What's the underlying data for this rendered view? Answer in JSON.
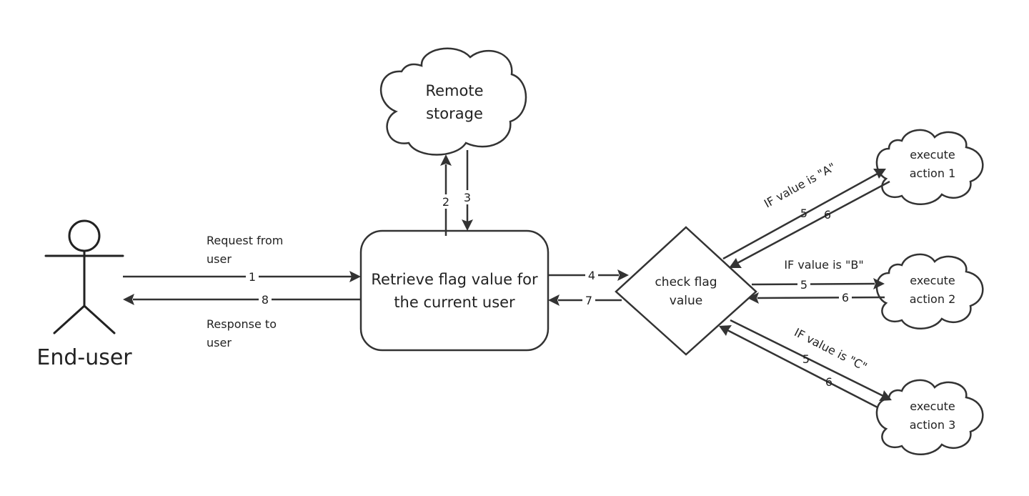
{
  "actor": {
    "label": "End-user"
  },
  "nodes": {
    "remote_storage": {
      "lines": [
        "Remote",
        "storage"
      ]
    },
    "retrieve": {
      "lines": [
        "Retrieve flag value for",
        "the current user"
      ]
    },
    "check": {
      "lines": [
        "check flag",
        "value"
      ]
    },
    "action_1": {
      "lines": [
        "execute",
        "action 1"
      ]
    },
    "action_2": {
      "lines": [
        "execute",
        "action 2"
      ]
    },
    "action_3": {
      "lines": [
        "execute",
        "action 3"
      ]
    }
  },
  "edge_labels": {
    "request": [
      "Request from",
      "user"
    ],
    "response": [
      "Response to",
      "user"
    ],
    "if_a": "IF value is \"A\"",
    "if_b": "IF value is \"B\"",
    "if_c": "IF value is \"C\""
  },
  "steps": {
    "s1": "1",
    "s2": "2",
    "s3": "3",
    "s4": "4",
    "s5a": "5",
    "s5b": "5",
    "s5c": "5",
    "s6a": "6",
    "s6b": "6",
    "s6c": "6",
    "s7": "7",
    "s8": "8"
  }
}
